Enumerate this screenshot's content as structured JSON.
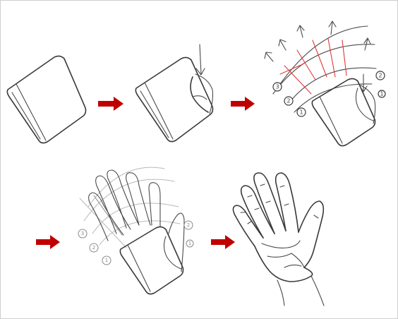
{
  "colors": {
    "arrow": "#c00000",
    "ink": "#3a3a3a",
    "guide": "#9a9a9a",
    "red_guide": "#e03a3a",
    "border": "#cfcfcf"
  },
  "icons": {
    "step_arrow": "right-arrow-icon",
    "direction_arrow": "pencil-arrow-icon"
  },
  "diagram": {
    "steps": [
      {
        "id": "box"
      },
      {
        "id": "box-with-thumb"
      },
      {
        "id": "finger-guides"
      },
      {
        "id": "fingers-sketch"
      },
      {
        "id": "finished-hand"
      }
    ],
    "finger_numbers_step3": [
      "1",
      "2",
      "3",
      "2",
      "1"
    ],
    "finger_numbers_step4": [
      "1",
      "2",
      "3",
      "2",
      "1"
    ]
  }
}
